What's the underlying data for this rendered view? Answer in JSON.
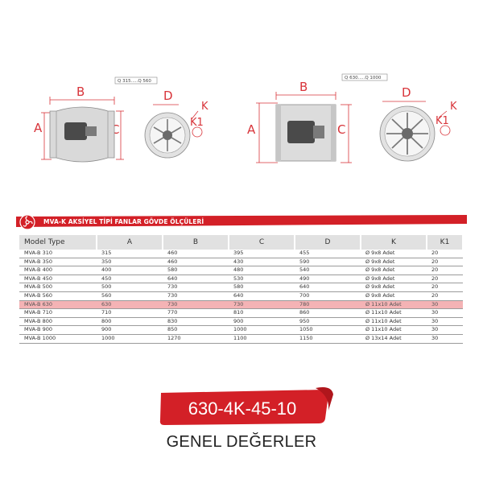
{
  "diagram_left": {
    "range_label": "Q 315.....Q 560",
    "letters": {
      "a": "A",
      "b": "B",
      "c": "C",
      "d": "D",
      "k": "K",
      "k1": "K1"
    }
  },
  "diagram_right": {
    "range_label": "Q 630.....Q 1000",
    "letters": {
      "a": "A",
      "b": "B",
      "c": "C",
      "d": "D",
      "k": "K",
      "k1": "K1"
    }
  },
  "table": {
    "title": "MVA-K AKSİYEL TİPİ FANLAR GÖVDE ÖLÇÜLERİ",
    "headers": [
      "Model Type",
      "A",
      "B",
      "C",
      "D",
      "K",
      "K1"
    ],
    "rows": [
      [
        "MVA-B 310",
        "315",
        "460",
        "395",
        "455",
        "Ø 9x8 Adet",
        "20"
      ],
      [
        "MVA-B 350",
        "350",
        "460",
        "430",
        "590",
        "Ø 9x8 Adet",
        "20"
      ],
      [
        "MVA-B 400",
        "400",
        "580",
        "480",
        "540",
        "Ø 9x8 Adet",
        "20"
      ],
      [
        "MVA-B 450",
        "450",
        "640",
        "530",
        "490",
        "Ø 9x8 Adet",
        "20"
      ],
      [
        "MVA-B 500",
        "500",
        "730",
        "580",
        "640",
        "Ø 9x8 Adet",
        "20"
      ],
      [
        "MVA-B 560",
        "560",
        "730",
        "640",
        "700",
        "Ø 9x8 Adet",
        "20"
      ],
      [
        "MVA-B 630",
        "630",
        "730",
        "730",
        "780",
        "Ø 11x10 Adet",
        "30"
      ],
      [
        "MVA-B 710",
        "710",
        "770",
        "810",
        "860",
        "Ø 11x10 Adet",
        "30"
      ],
      [
        "MVA-B 800",
        "800",
        "830",
        "900",
        "950",
        "Ø 11x10 Adet",
        "30"
      ],
      [
        "MVA-B 900",
        "900",
        "850",
        "1000",
        "1050",
        "Ø 11x10 Adet",
        "30"
      ],
      [
        "MVA-B 1000",
        "1000",
        "1270",
        "1100",
        "1150",
        "Ø 13x14 Adet",
        "30"
      ]
    ],
    "highlighted_row": "MVA-B 630"
  },
  "badge": {
    "code": "630-4K-45-10",
    "caption": "GENEL DEĞERLER"
  },
  "colors": {
    "brand_red": "#d32027",
    "dim_red": "#d8343a",
    "highlight_row": "#f4b3b5",
    "header_gray": "#e1e1e1"
  }
}
